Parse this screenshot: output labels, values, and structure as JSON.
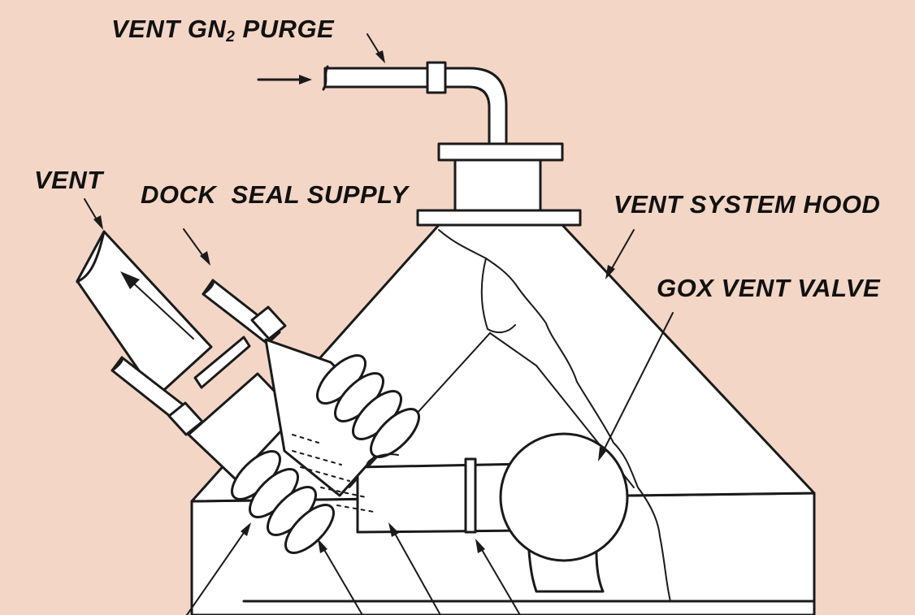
{
  "labels": {
    "vent_gn2_prefix": "VENT GN",
    "vent_gn2_sub": "2",
    "vent_gn2_suffix": " PURGE",
    "vent": "VENT",
    "dock_seal_supply": "DOCK  SEAL SUPPLY",
    "vent_system_hood": "VENT SYSTEM HOOD",
    "gox_vent_valve": "GOX VENT VALVE"
  },
  "colors": {
    "background": "#f3d6c6",
    "ink": "#1a1a1a",
    "part_fill": "#ffffff"
  }
}
